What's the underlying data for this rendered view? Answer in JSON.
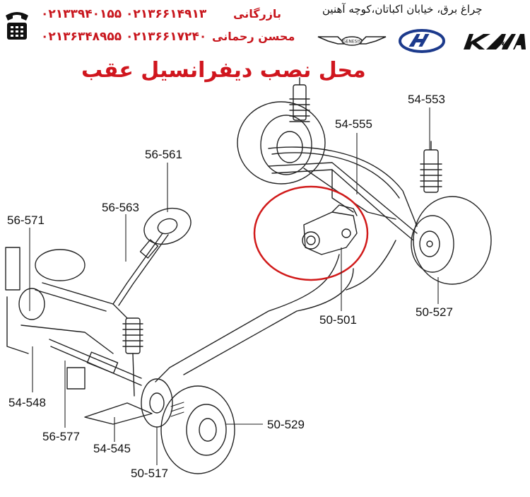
{
  "header": {
    "address": "چراغ برق، خیابان اکباتان،کوچه آهنین",
    "company": "بازرگانی",
    "owner": "محسن رحمانی",
    "phones_line1": "۰۲۱۳۳۹۴۰۱۵۵  ۰۲۱۳۶۶۱۴۹۱۳",
    "phones_line2": "۰۲۱۳۶۳۴۸۹۵۵ ۰۲۱۳۶۶۱۷۲۴۰",
    "logo_text": "KIA",
    "genesis_text": "GENESIS"
  },
  "title": "محل نصب دیفرانسیل عقب",
  "parts": {
    "p54553": "54-553",
    "p54555": "54-555",
    "p56561": "56-561",
    "p56563": "56-563",
    "p56571": "56-571",
    "p50501": "50-501",
    "p50527": "50-527",
    "p54548": "54-548",
    "p56577": "56-577",
    "p54545": "54-545",
    "p50517": "50-517",
    "p50529": "50-529"
  },
  "colors": {
    "accent": "#c8161d",
    "highlight_circle": "#d11a1a",
    "hyundai_blue": "#1c3a8c",
    "line": "#222222"
  },
  "icons": [
    "telephone-icon",
    "genesis-logo",
    "hyundai-logo",
    "kia-logo"
  ]
}
